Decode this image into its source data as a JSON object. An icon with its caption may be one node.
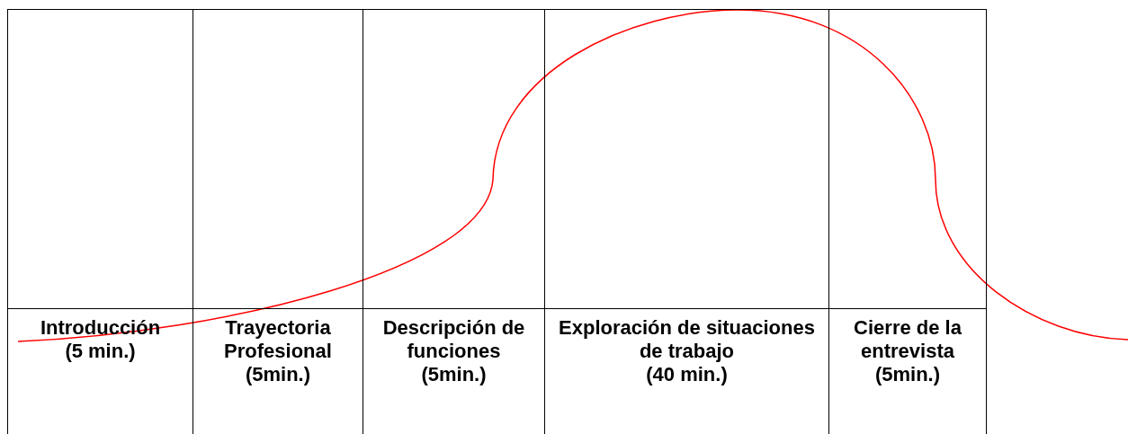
{
  "diagram": {
    "nodes": [
      {
        "text": [],
        "shape": "box"
      },
      {
        "text": [],
        "shape": "box"
      },
      {
        "text": [],
        "shape": "box"
      },
      {
        "text": [],
        "shape": "box"
      },
      {
        "text": [],
        "shape": "box"
      },
      {
        "text": [
          "Introducción",
          "(5 min.)"
        ]
      },
      {
        "text": [
          "Trayectoria Profesional",
          "(5min.)"
        ]
      },
      {
        "text": [
          "Descripción de funciones",
          "(5min.)"
        ]
      },
      {
        "text": [
          "Exploración de situaciones de trabajo",
          "(40 min.)"
        ]
      },
      {
        "text": [
          "Cierre de la entrevista",
          "(5min.)"
        ]
      }
    ]
  }
}
